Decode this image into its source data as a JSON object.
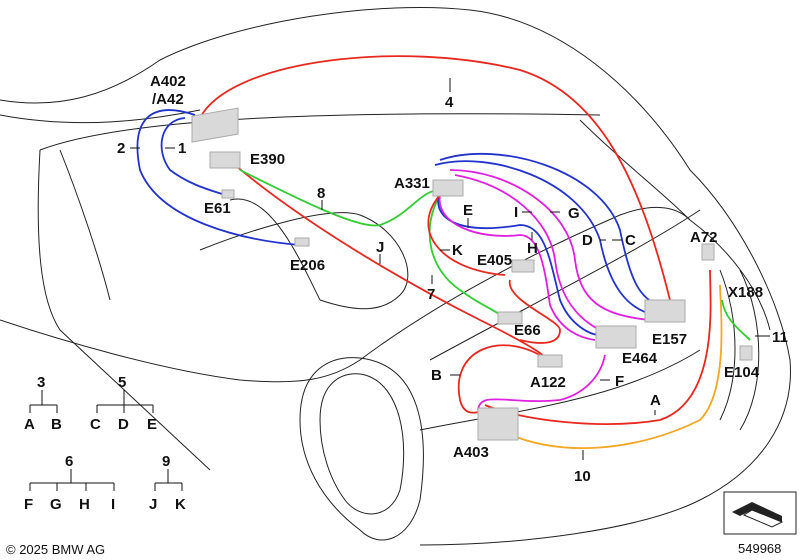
{
  "diagram": {
    "components": {
      "A402": "A402",
      "A42": "/A42",
      "E390": "E390",
      "E61": "E61",
      "E206": "E206",
      "A331": "A331",
      "E405": "E405",
      "E66": "E66",
      "E157": "E157",
      "E464": "E464",
      "A122": "A122",
      "A403": "A403",
      "A72": "A72",
      "X188": "X188",
      "E104": "E104"
    },
    "wires": {
      "n1": "1",
      "n2": "2",
      "n4": "4",
      "n7": "7",
      "n8": "8",
      "n10": "10",
      "n11": "11",
      "A": "A",
      "B": "B",
      "C": "C",
      "D": "D",
      "E": "E",
      "F": "F",
      "G": "G",
      "H": "H",
      "I": "I",
      "J": "J",
      "K": "K"
    },
    "legend": [
      {
        "parent": "3",
        "children": [
          "A",
          "B"
        ]
      },
      {
        "parent": "5",
        "children": [
          "C",
          "D",
          "E"
        ]
      },
      {
        "parent": "6",
        "children": [
          "F",
          "G",
          "H",
          "I"
        ]
      },
      {
        "parent": "9",
        "children": [
          "J",
          "K"
        ]
      }
    ],
    "colors": {
      "red": "#e8281e",
      "blue": "#2233cc",
      "magenta": "#e020e0",
      "green": "#33cc33",
      "orange": "#f5a623"
    }
  },
  "footer": {
    "copyright": "© 2025 BMW AG",
    "image_number": "549968"
  }
}
